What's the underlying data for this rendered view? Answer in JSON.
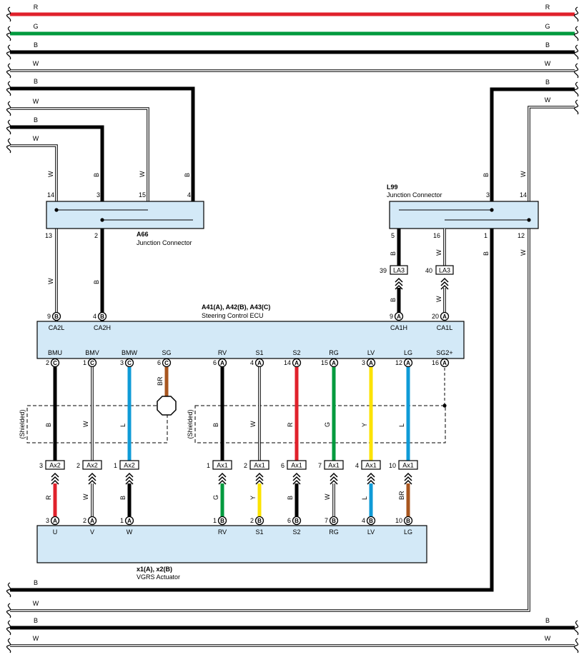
{
  "colors": {
    "R": "#e0212b",
    "G": "#009a3e",
    "B": "#000000",
    "W": "#ffffff",
    "L": "#0f9bd7",
    "Y": "#fce300",
    "BR": "#a8561f",
    "box": "#d3e9f7"
  },
  "rail_labels": [
    "R",
    "G",
    "B",
    "W",
    "B",
    "W",
    "B",
    "W",
    "B",
    "W",
    "B",
    "W"
  ],
  "a66": {
    "code": "A66",
    "title": "Junction Connector",
    "top_pins": [
      "14",
      "3",
      "15",
      "4"
    ],
    "bottom_pins": [
      "13",
      "2"
    ],
    "top_wires": [
      "W",
      "B",
      "W",
      "B"
    ],
    "bottom_wires": [
      "W",
      "B"
    ]
  },
  "l99": {
    "code": "L99",
    "title": "Junction Connector",
    "top_pins": [
      "3",
      "14"
    ],
    "bottom_pins": [
      "5",
      "16",
      "1",
      "12"
    ],
    "top_wires": [
      "B",
      "W"
    ],
    "bottom_wires": [
      "B",
      "W",
      "B",
      "W"
    ]
  },
  "la3": {
    "label": "LA3",
    "pins": [
      "39",
      "40"
    ],
    "wires": [
      "B",
      "W"
    ]
  },
  "ecu": {
    "code": "A41(A), A42(B), A43(C)",
    "title": "Steering Control ECU",
    "top_terms": [
      {
        "pin": "9",
        "conn": "B",
        "name": "CA2L"
      },
      {
        "pin": "4",
        "conn": "B",
        "name": "CA2H"
      },
      {
        "pin": "9",
        "conn": "A",
        "name": "CA1H"
      },
      {
        "pin": "20",
        "conn": "A",
        "name": "CA1L"
      }
    ],
    "bottom_terms": [
      {
        "pin": "2",
        "conn": "C",
        "name": "BMU",
        "wire": "B"
      },
      {
        "pin": "1",
        "conn": "C",
        "name": "BMV",
        "wire": "W"
      },
      {
        "pin": "3",
        "conn": "C",
        "name": "BMW",
        "wire": "L"
      },
      {
        "pin": "6",
        "conn": "C",
        "name": "SG",
        "wire": "BR"
      },
      {
        "pin": "6",
        "conn": "A",
        "name": "RV",
        "wire": "B"
      },
      {
        "pin": "4",
        "conn": "A",
        "name": "S1",
        "wire": "W"
      },
      {
        "pin": "14",
        "conn": "A",
        "name": "S2",
        "wire": "R"
      },
      {
        "pin": "15",
        "conn": "A",
        "name": "RG",
        "wire": "G"
      },
      {
        "pin": "3",
        "conn": "A",
        "name": "LV",
        "wire": "Y"
      },
      {
        "pin": "12",
        "conn": "A",
        "name": "LG",
        "wire": "L"
      },
      {
        "pin": "16",
        "conn": "A",
        "name": "SG2+",
        "wire": ""
      }
    ]
  },
  "shielded_label": "(Shielded)",
  "ax2": {
    "label": "Ax2",
    "pins": [
      "3",
      "2",
      "1"
    ]
  },
  "ax1": {
    "label": "Ax1",
    "pins": [
      "1",
      "2",
      "6",
      "7",
      "4",
      "10"
    ]
  },
  "act": {
    "code": "x1(A), x2(B)",
    "title": "VGRS Actuator",
    "terms": [
      {
        "pin": "3",
        "conn": "A",
        "name": "U",
        "wire": "R"
      },
      {
        "pin": "2",
        "conn": "A",
        "name": "V",
        "wire": "W"
      },
      {
        "pin": "1",
        "conn": "A",
        "name": "W",
        "wire": "B"
      },
      {
        "pin": "1",
        "conn": "B",
        "name": "RV",
        "wire": "G"
      },
      {
        "pin": "2",
        "conn": "B",
        "name": "S1",
        "wire": "Y"
      },
      {
        "pin": "6",
        "conn": "B",
        "name": "S2",
        "wire": "B"
      },
      {
        "pin": "7",
        "conn": "B",
        "name": "RG",
        "wire": "W"
      },
      {
        "pin": "4",
        "conn": "B",
        "name": "LV",
        "wire": "L"
      },
      {
        "pin": "10",
        "conn": "B",
        "name": "LG",
        "wire": "BR"
      }
    ]
  }
}
